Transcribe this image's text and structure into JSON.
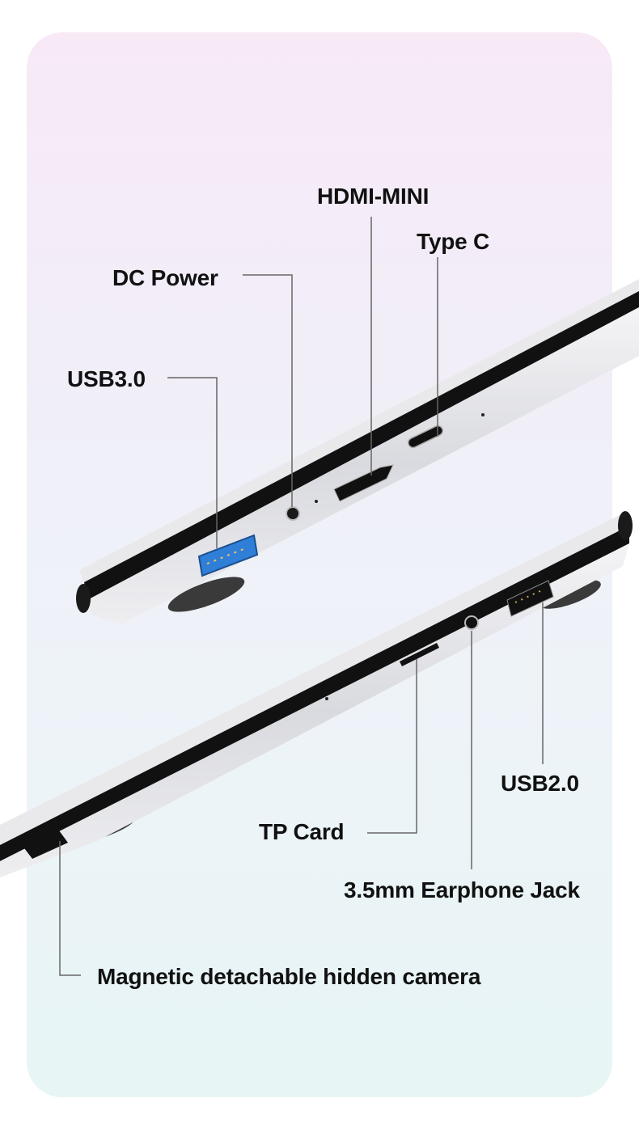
{
  "labels": {
    "hdmi_mini": "HDMI-MINI",
    "type_c": "Type C",
    "dc_power": "DC Power",
    "usb30": "USB3.0",
    "usb20": "USB2.0",
    "tp_card": "TP Card",
    "earphone_jack": "3.5mm Earphone Jack",
    "camera": "Magnetic detachable hidden camera"
  },
  "colors": {
    "background_top": "#f8e9f7",
    "background_bottom": "#e7f5f5",
    "usb3_port": "#2f7fd8",
    "leader_line": "#666666",
    "text": "#111111"
  }
}
